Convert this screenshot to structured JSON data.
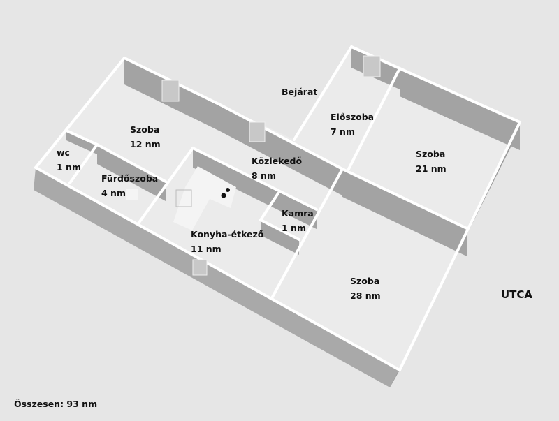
{
  "rooms": [
    {
      "name": "wc",
      "area": "1 nm"
    },
    {
      "name": "Szoba",
      "area": "12 nm"
    },
    {
      "name": "Fürdőszoba",
      "area": "4 nm"
    },
    {
      "name": "Közlekedő",
      "area": "8 nm"
    },
    {
      "name": "Előszoba",
      "area": "7 nm"
    },
    {
      "name": "Szoba",
      "area": "21 nm"
    },
    {
      "name": "Kamra",
      "area": "1 nm"
    },
    {
      "name": "Konyha-étkező",
      "area": "11 nm"
    },
    {
      "name": "Szoba",
      "area": "28 nm"
    }
  ],
  "entrance_label": "Bejárat",
  "street_label": "UTCA",
  "total_label": "Összesen: 93 nm",
  "colors": {
    "background": "#e6e6e6",
    "floor": "#ebebeb",
    "wall_face": "#a3a3a3",
    "wall_top": "#ffffff"
  }
}
